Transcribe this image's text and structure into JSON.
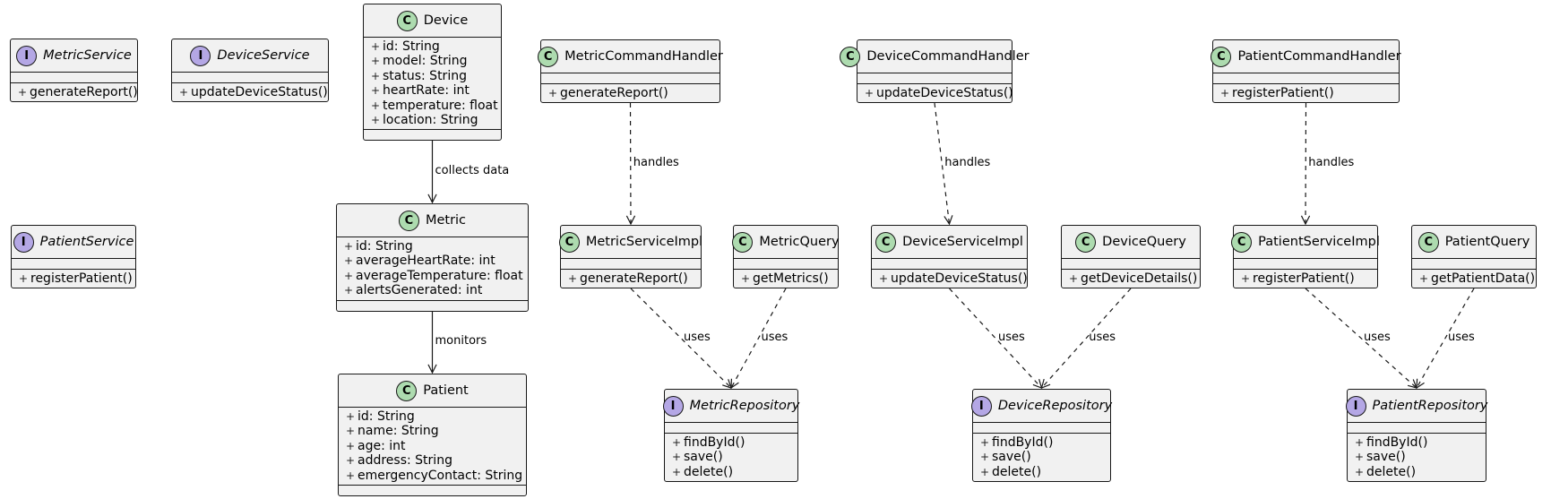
{
  "diagram": {
    "boxes": [
      {
        "id": "metric-service",
        "kind": "interface",
        "name": "MetricService",
        "attrs": [],
        "ops": [
          "generateReport()"
        ]
      },
      {
        "id": "device-service",
        "kind": "interface",
        "name": "DeviceService",
        "attrs": [],
        "ops": [
          "updateDeviceStatus()"
        ]
      },
      {
        "id": "patient-service",
        "kind": "interface",
        "name": "PatientService",
        "attrs": [],
        "ops": [
          "registerPatient()"
        ]
      },
      {
        "id": "device",
        "kind": "class",
        "name": "Device",
        "attrs": [
          "id: String",
          "model: String",
          "status: String",
          "heartRate: int",
          "temperature: float",
          "location: String"
        ],
        "ops": []
      },
      {
        "id": "metric",
        "kind": "class",
        "name": "Metric",
        "attrs": [
          "id: String",
          "averageHeartRate: int",
          "averageTemperature: float",
          "alertsGenerated: int"
        ],
        "ops": []
      },
      {
        "id": "patient",
        "kind": "class",
        "name": "Patient",
        "attrs": [
          "id: String",
          "name: String",
          "age: int",
          "address: String",
          "emergencyContact: String"
        ],
        "ops": []
      },
      {
        "id": "metric-command-handler",
        "kind": "class",
        "name": "MetricCommandHandler",
        "attrs": [],
        "ops": [
          "generateReport()"
        ]
      },
      {
        "id": "metric-service-impl",
        "kind": "class",
        "name": "MetricServiceImpl",
        "attrs": [],
        "ops": [
          "generateReport()"
        ]
      },
      {
        "id": "metric-query",
        "kind": "class",
        "name": "MetricQuery",
        "attrs": [],
        "ops": [
          "getMetrics()"
        ]
      },
      {
        "id": "metric-repository",
        "kind": "interface",
        "name": "MetricRepository",
        "attrs": [],
        "ops": [
          "findById()",
          "save()",
          "delete()"
        ]
      },
      {
        "id": "device-command-handler",
        "kind": "class",
        "name": "DeviceCommandHandler",
        "attrs": [],
        "ops": [
          "updateDeviceStatus()"
        ]
      },
      {
        "id": "device-service-impl",
        "kind": "class",
        "name": "DeviceServiceImpl",
        "attrs": [],
        "ops": [
          "updateDeviceStatus()"
        ]
      },
      {
        "id": "device-query",
        "kind": "class",
        "name": "DeviceQuery",
        "attrs": [],
        "ops": [
          "getDeviceDetails()"
        ]
      },
      {
        "id": "device-repository",
        "kind": "interface",
        "name": "DeviceRepository",
        "attrs": [],
        "ops": [
          "findById()",
          "save()",
          "delete()"
        ]
      },
      {
        "id": "patient-command-handler",
        "kind": "class",
        "name": "PatientCommandHandler",
        "attrs": [],
        "ops": [
          "registerPatient()"
        ]
      },
      {
        "id": "patient-service-impl",
        "kind": "class",
        "name": "PatientServiceImpl",
        "attrs": [],
        "ops": [
          "registerPatient()"
        ]
      },
      {
        "id": "patient-query",
        "kind": "class",
        "name": "PatientQuery",
        "attrs": [],
        "ops": [
          "getPatientData()"
        ]
      },
      {
        "id": "patient-repository",
        "kind": "interface",
        "name": "PatientRepository",
        "attrs": [],
        "ops": [
          "findById()",
          "save()",
          "delete()"
        ]
      }
    ],
    "relations": [
      {
        "id": "device-to-metric",
        "from": "device",
        "to": "metric",
        "style": "solid",
        "label": "collects data"
      },
      {
        "id": "metric-to-patient",
        "from": "metric",
        "to": "patient",
        "style": "solid",
        "label": "monitors"
      },
      {
        "id": "metric-handler-to-impl",
        "from": "metric-command-handler",
        "to": "metric-service-impl",
        "style": "dashed",
        "label": "handles"
      },
      {
        "id": "metric-impl-to-repo",
        "from": "metric-service-impl",
        "to": "metric-repository",
        "style": "dashed",
        "label": "uses"
      },
      {
        "id": "metric-query-to-repo",
        "from": "metric-query",
        "to": "metric-repository",
        "style": "dashed",
        "label": "uses"
      },
      {
        "id": "device-handler-to-impl",
        "from": "device-command-handler",
        "to": "device-service-impl",
        "style": "dashed",
        "label": "handles"
      },
      {
        "id": "device-impl-to-repo",
        "from": "device-service-impl",
        "to": "device-repository",
        "style": "dashed",
        "label": "uses"
      },
      {
        "id": "device-query-to-repo",
        "from": "device-query",
        "to": "device-repository",
        "style": "dashed",
        "label": "uses"
      },
      {
        "id": "patient-handler-to-impl",
        "from": "patient-command-handler",
        "to": "patient-service-impl",
        "style": "dashed",
        "label": "handles"
      },
      {
        "id": "patient-impl-to-repo",
        "from": "patient-service-impl",
        "to": "patient-repository",
        "style": "dashed",
        "label": "uses"
      },
      {
        "id": "patient-query-to-repo",
        "from": "patient-query",
        "to": "patient-repository",
        "style": "dashed",
        "label": "uses"
      }
    ],
    "colors": {
      "box_fill": "#f1f1f1",
      "border": "#181818",
      "class_badge": "#addbaf",
      "interface_badge": "#b4a7e5"
    }
  }
}
